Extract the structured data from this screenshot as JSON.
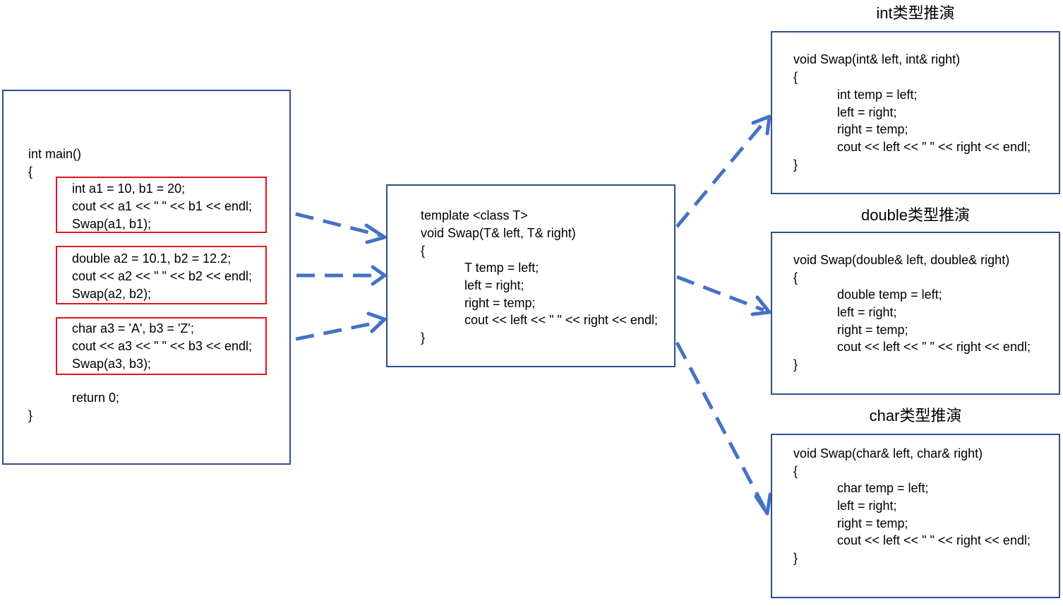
{
  "main_box": {
    "lines": [
      "int main()",
      "{"
    ],
    "group1": [
      "int a1 = 10, b1 = 20;",
      "cout << a1 << \" \" << b1 << endl;",
      "Swap(a1, b1);"
    ],
    "group2": [
      "double a2 = 10.1, b2 = 12.2;",
      "cout << a2 << \" \" << b2 << endl;",
      "Swap(a2, b2);"
    ],
    "group3": [
      "char a3 = 'A', b3 = 'Z';",
      "cout << a3 << \" \" << b3 << endl;",
      "Swap(a3, b3);"
    ],
    "return_line": "return 0;",
    "close_brace": "}"
  },
  "template_box": {
    "lines": [
      "template <class T>",
      "void Swap(T& left, T& right)",
      "{",
      "T temp = left;",
      "left = right;",
      "right = temp;",
      "cout << left << \" \" << right << endl;",
      "}"
    ]
  },
  "int_box": {
    "title": "int类型推演",
    "lines": [
      "void Swap(int& left, int& right)",
      "{",
      "int temp = left;",
      "left = right;",
      "right = temp;",
      "cout << left << \" \" << right << endl;",
      "}"
    ]
  },
  "double_box": {
    "title": "double类型推演",
    "lines": [
      "void Swap(double& left, double& right)",
      "{",
      "double temp = left;",
      "left = right;",
      "right = temp;",
      "cout << left << \" \" << right << endl;",
      "}"
    ]
  },
  "char_box": {
    "title": "char类型推演",
    "lines": [
      "void Swap(char& left, char& right)",
      "{",
      "char temp = left;",
      "left = right;",
      "right = temp;",
      "cout << left << \" \" << right << endl;",
      "}"
    ]
  },
  "colors": {
    "box_border": "#2f4e8f",
    "highlight_border": "#e0151b",
    "arrow": "#4472c4"
  }
}
